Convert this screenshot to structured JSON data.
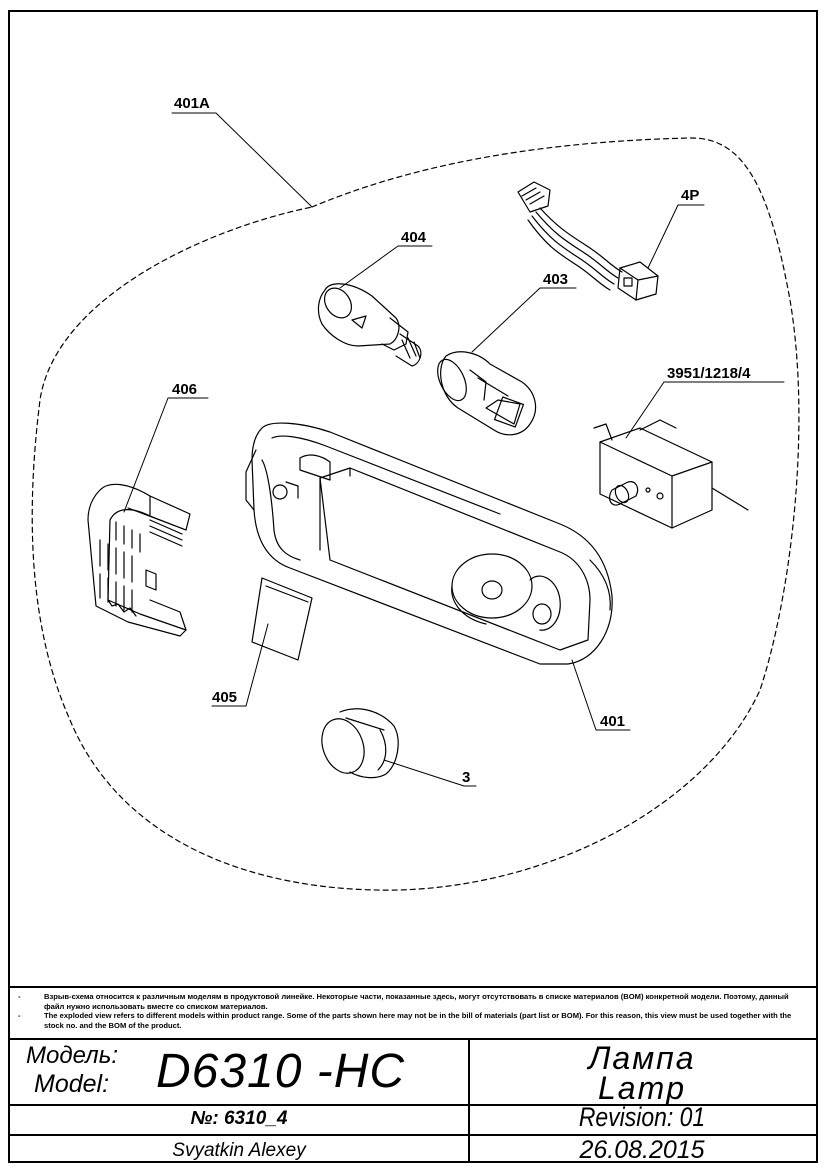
{
  "callouts": {
    "c401A": "401A",
    "c4P": "4P",
    "c404": "404",
    "c403": "403",
    "c3951": "3951/1218/4",
    "c406": "406",
    "c405": "405",
    "c401": "401",
    "c3": "3"
  },
  "notes": [
    {
      "dash": "-",
      "text": "Взрыв-схема относится к различным моделям в продуктовой линейке.  Некоторые части, показанные здесь, могут отсутствовать в списке материалов (BOM) конкретной модели. Поэтому, данный файл нужно использовать вместе со списком материалов."
    },
    {
      "dash": "-",
      "text": "The exploded view refers to different models within product range. Some of the parts shown here may not be in the bill of materials (part list or BOM). For this reason, this view must be used together with the stock no. and the BOM of the product."
    }
  ],
  "title_block": {
    "model_label_ru": "Модель:",
    "model_label_en": "Model:",
    "model_code": "D6310 -HC",
    "title_ru": "Лампа",
    "title_en": "Lamp",
    "doc_number": "№: 6310_4",
    "revision": "Revision: 01",
    "author": "Svyatkin Alexey",
    "date": "26.08.2015"
  }
}
